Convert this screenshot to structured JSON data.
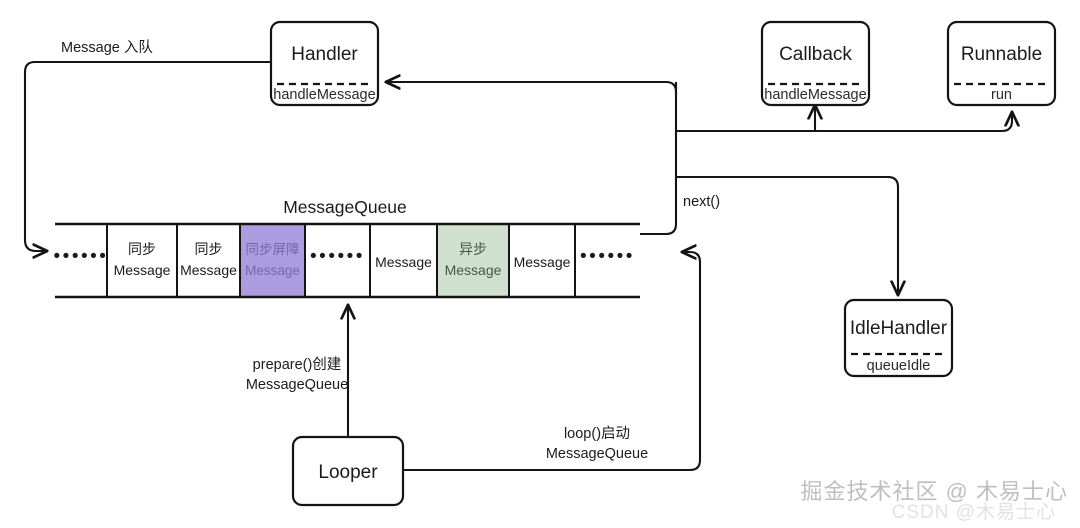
{
  "diagram": {
    "title": "Android Handler / MessageQueue / Looper flow",
    "colors": {
      "stroke": "#141414",
      "background": "#ffffff",
      "sync_barrier_fill": "#AD9BE0",
      "async_fill": "#CFE0CF",
      "watermark": "#bfbfbf"
    },
    "boxes": [
      {
        "id": "handler",
        "title": "Handler",
        "sub": "handleMessage"
      },
      {
        "id": "callback",
        "title": "Callback",
        "sub": "handleMessage"
      },
      {
        "id": "runnable",
        "title": "Runnable",
        "sub": "run"
      },
      {
        "id": "idlehandler",
        "title": "IdleHandler",
        "sub": "queueIdle"
      },
      {
        "id": "looper",
        "title": "Looper",
        "sub": ""
      }
    ],
    "queue": {
      "title": "MessageQueue",
      "cells": [
        {
          "id": "cell-dots-left",
          "line1": "••••••",
          "line2": "",
          "kind": "dots",
          "fill": "#ffffff"
        },
        {
          "id": "cell-sync-1",
          "line1": "同步",
          "line2": "Message",
          "kind": "normal",
          "fill": "#ffffff"
        },
        {
          "id": "cell-sync-2",
          "line1": "同步",
          "line2": "Message",
          "kind": "normal",
          "fill": "#ffffff"
        },
        {
          "id": "cell-sync-barrier",
          "line1": "同步屏障",
          "line2": "Message",
          "kind": "barrier",
          "fill": "#AD9BE0"
        },
        {
          "id": "cell-dots-mid",
          "line1": "••••••",
          "line2": "",
          "kind": "dots",
          "fill": "#ffffff"
        },
        {
          "id": "cell-message-1",
          "line1": "",
          "line2": "Message",
          "kind": "single",
          "fill": "#ffffff"
        },
        {
          "id": "cell-async",
          "line1": "异步",
          "line2": "Message",
          "kind": "async",
          "fill": "#CFE0CF"
        },
        {
          "id": "cell-message-2",
          "line1": "",
          "line2": "Message",
          "kind": "single",
          "fill": "#ffffff"
        },
        {
          "id": "cell-dots-right",
          "line1": "••••••",
          "line2": "",
          "kind": "dots",
          "fill": "#ffffff"
        }
      ]
    },
    "labels": {
      "enqueue": "Message 入队",
      "next": "next()",
      "prepare_line1": "prepare()创建",
      "prepare_line2": "MessageQueue",
      "loop_line1": "loop()启动",
      "loop_line2": "MessageQueue"
    },
    "watermark": {
      "primary": "掘金技术社区 @ 木易士心",
      "secondary": "CSDN @木易士心"
    }
  }
}
